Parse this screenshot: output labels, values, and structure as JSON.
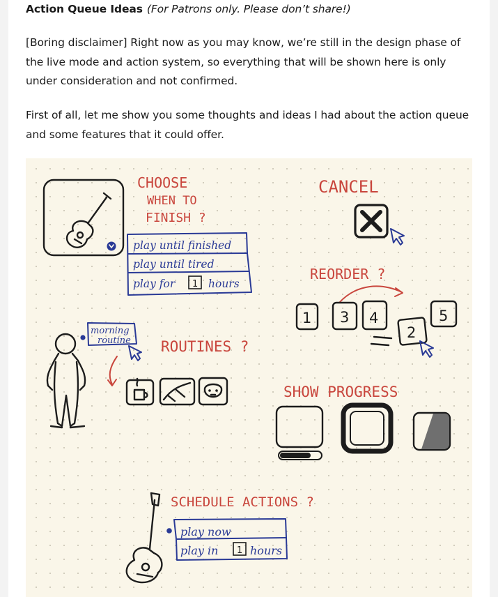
{
  "post": {
    "title": "Action Queue Ideas",
    "subtitle": "(For Patrons only. Please don’t share!)",
    "disclaimer": {
      "line1": "[Boring disclaimer] Right now as you may know, we’re still in the design phase of",
      "line2": "the live mode and action system, so everything that will be shown here is only",
      "line3": "under consideration and not confirmed."
    },
    "intro": {
      "line1": "First of all, let me show you some thoughts and ideas I had about the action queue",
      "line2": "and some features that it could offer."
    }
  },
  "sketch": {
    "choose": {
      "heading": [
        "CHOOSE",
        "WHEN TO",
        "FINISH ?"
      ],
      "options": [
        {
          "pre": "play until finished",
          "post": ""
        },
        {
          "pre": "play until tired",
          "post": ""
        },
        {
          "pre": "play for",
          "box": "1",
          "post": "hours"
        }
      ]
    },
    "cancel": {
      "heading": "CANCEL",
      "glyph": "X"
    },
    "reorder": {
      "heading": "REORDER ?",
      "items": [
        "1",
        "3",
        "4",
        "2",
        "5"
      ]
    },
    "routines": {
      "heading": "ROUTINES ?",
      "bubble": [
        "morning",
        "routine"
      ]
    },
    "progress": {
      "heading": "SHOW PROGRESS"
    },
    "schedule": {
      "heading": "SCHEDULE ACTIONS ?",
      "options": [
        {
          "pre": "play now",
          "post": ""
        },
        {
          "pre": "play in",
          "box": "1",
          "post": "hours"
        }
      ]
    }
  },
  "colors": {
    "heading_red": "#c9463d",
    "ink_blue": "#2a3a96",
    "ink_black": "#1c1c1c",
    "paper": "#faf6e9"
  }
}
